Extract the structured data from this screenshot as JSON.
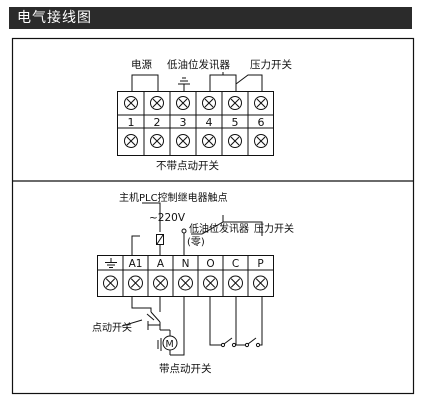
{
  "page": {
    "title": "电气接线图"
  },
  "top_panel": {
    "labels": {
      "power": "电源",
      "oil_sender": "低油位发讯器",
      "pressure_switch": "压力开关",
      "caption": "不带点动开关"
    },
    "terminal_numbers": [
      "1",
      "2",
      "3",
      "4",
      "5",
      "6"
    ],
    "ground_symbol": "⏚"
  },
  "bottom_panel": {
    "labels": {
      "plc_contact": "主机PLC控制继电器触点",
      "voltage": "~220V",
      "oil_sender": "低油位发讯器",
      "zero": "(零)",
      "pressure_switch": "压力开关",
      "jog_switch": "点动开关",
      "motor": "M",
      "caption": "带点动开关"
    },
    "terminal_letters": [
      "⏚",
      "A1",
      "A",
      "N",
      "O",
      "C",
      "P"
    ]
  },
  "colors": {
    "header_bg": "#2b2b2b",
    "header_text": "#ffffff",
    "line": "#111111"
  }
}
